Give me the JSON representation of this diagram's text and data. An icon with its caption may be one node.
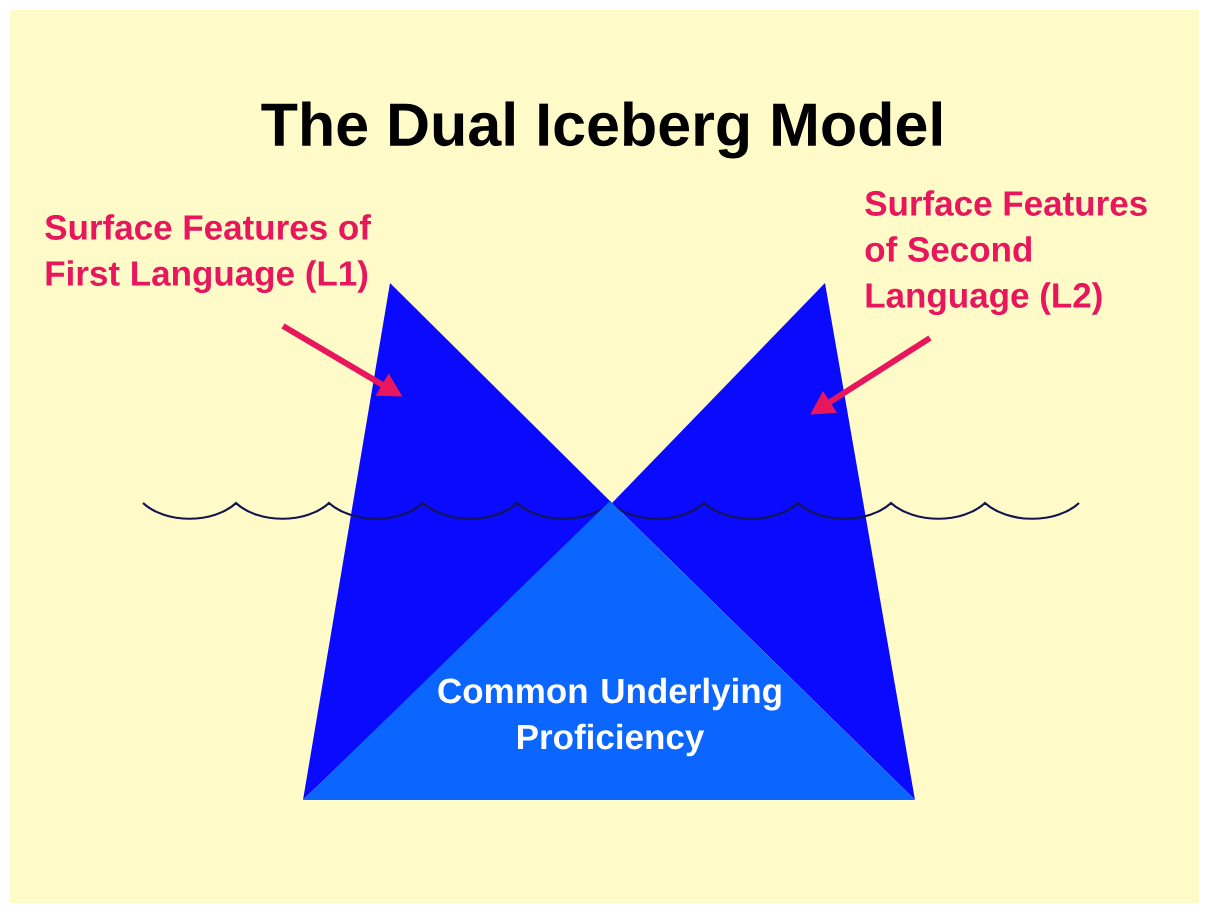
{
  "diagram": {
    "title": "The Dual Iceberg Model",
    "nodes": [
      {
        "text": [
          "Surface Features of First Language (L1)"
        ]
      },
      {
        "text": [],
        "shape": "triangle"
      },
      {
        "text": [
          "Surface Features of Second Language (L2)"
        ]
      },
      {
        "text": [],
        "shape": "triangle"
      },
      {
        "text": [
          "Common Underlying Proficiency"
        ]
      }
    ],
    "edges": [
      {
        "from": 0,
        "to": 1,
        "arrow": "to"
      },
      {
        "from": 2,
        "to": 3,
        "arrow": "to"
      }
    ]
  }
}
